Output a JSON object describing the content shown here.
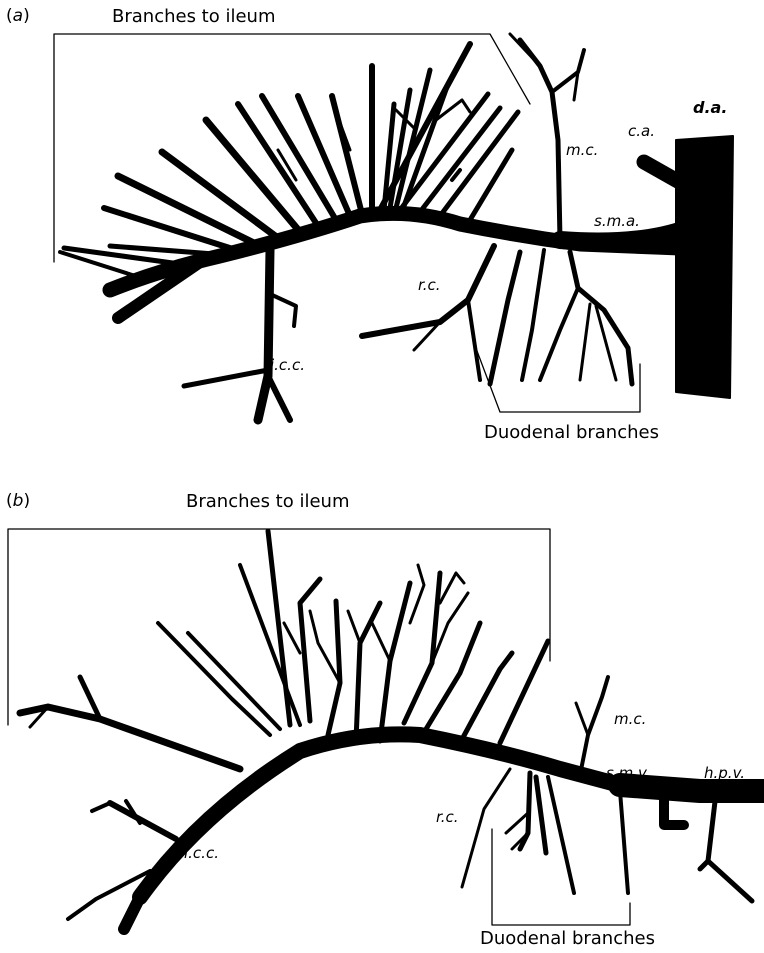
{
  "panel_a": {
    "panel_letter": "a",
    "ileum_title": "Branches to ileum",
    "duodenal_title": "Duodenal branches",
    "labels": {
      "dorsal_aorta": "d.a.",
      "coeliac_artery": "c.a.",
      "middle_colic": "m.c.",
      "superior_mesenteric": "s.m.a.",
      "right_colic": "r.c.",
      "ileocaecocolic": "i.c.c."
    }
  },
  "panel_b": {
    "panel_letter": "b",
    "ileum_title": "Branches to ileum",
    "duodenal_title": "Duodenal branches",
    "labels": {
      "middle_colic": "m.c.",
      "superior_mesenteric": "s.m.v.",
      "hepatic_portal": "h.p.v.",
      "right_colic": "r.c.",
      "ileocaecocolic": "i.c.c."
    }
  },
  "colors": {
    "ink": "#000000",
    "background": "#ffffff"
  }
}
